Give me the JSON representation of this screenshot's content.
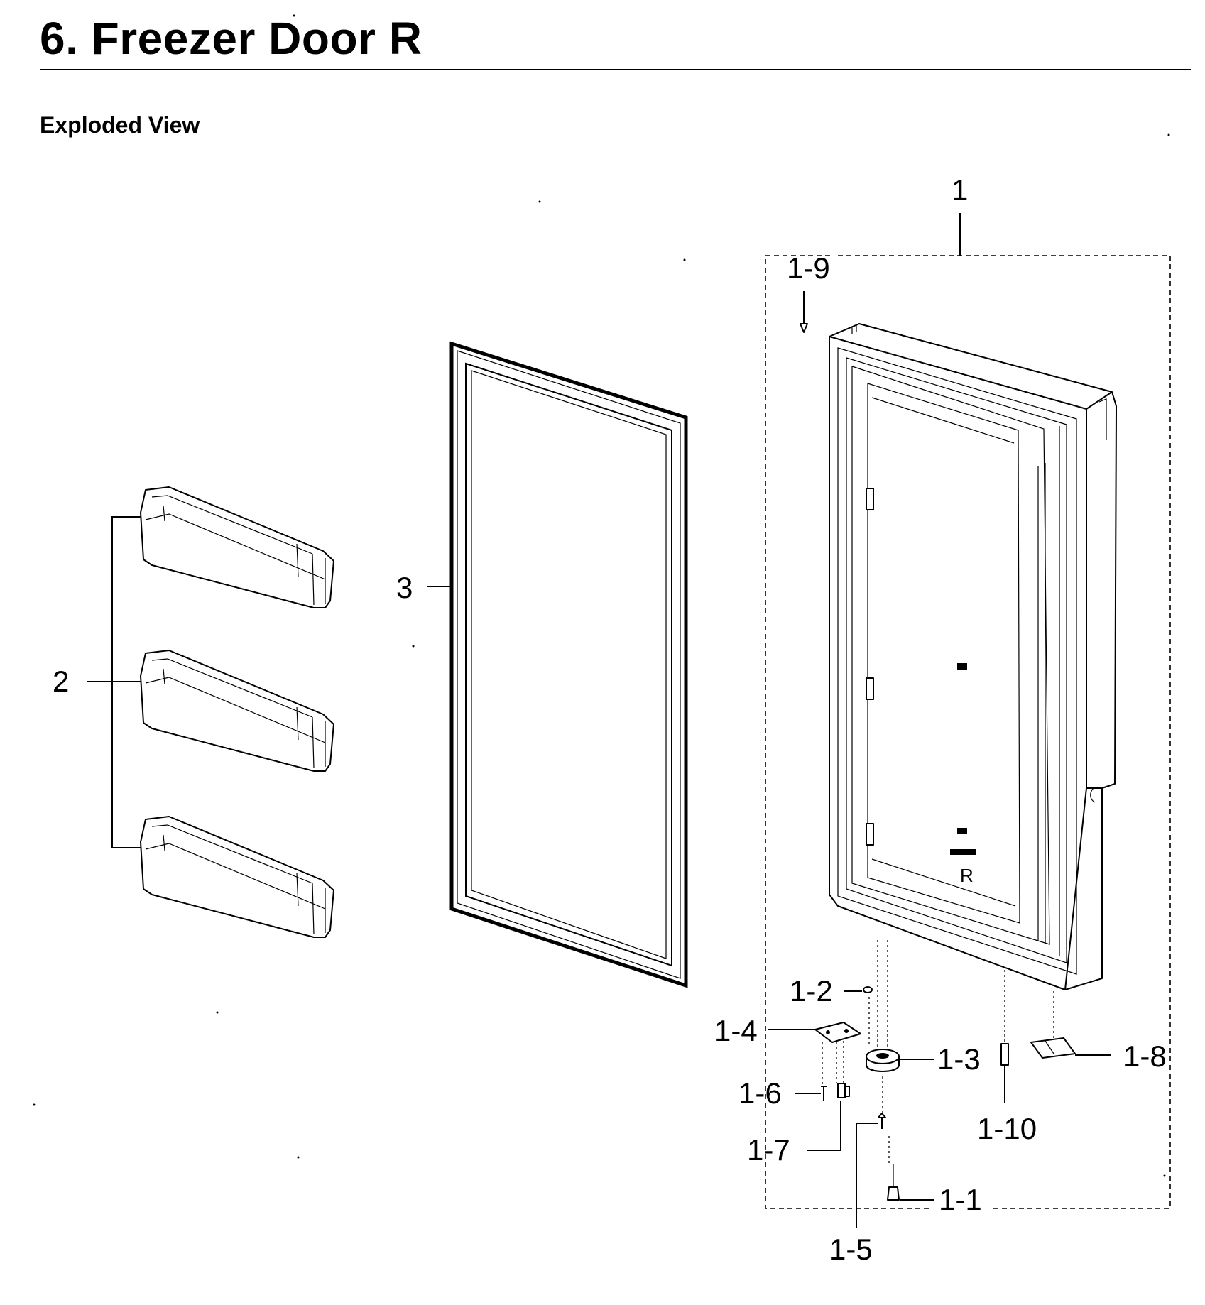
{
  "header": {
    "title": "6.  Freezer Door R",
    "section": "Exploded View"
  },
  "diagram": {
    "callouts": {
      "c1": "1",
      "c1_1": "1-1",
      "c1_2": "1-2",
      "c1_3": "1-3",
      "c1_4": "1-4",
      "c1_5": "1-5",
      "c1_6": "1-6",
      "c1_7": "1-7",
      "c1_8": "1-8",
      "c1_9": "1-9",
      "c1_10": "1-10",
      "c2": "2",
      "c3": "3"
    },
    "door_marking": "R"
  }
}
